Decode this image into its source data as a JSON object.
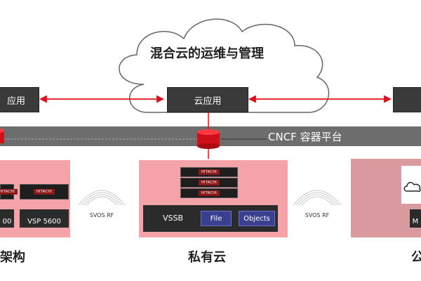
{
  "cloud": {
    "title": "混合云的运维与管理"
  },
  "apps": {
    "left_label": "应用",
    "center_label": "云应用",
    "right_label": ""
  },
  "cncf": {
    "label": "CNCF 容器平台"
  },
  "left_panel": {
    "unit_left_badge": "HITACHI",
    "unit_right_badge": "HITACHI",
    "box_left_label": "00",
    "box_right_label": "VSP 5600",
    "section_label": "构架构"
  },
  "rf": {
    "left": "SVOS RF",
    "right": "SVOS RF"
  },
  "private_cloud": {
    "server_badge": "HITACHI",
    "vssb_label": "VSSB",
    "file_label": "File",
    "objects_label": "Objects",
    "section_label": "私有云"
  },
  "public_cloud": {
    "box_label": "M",
    "section_label": "公"
  },
  "colors": {
    "accent_red": "#e0101a",
    "pink_panel": "#f4a3a8",
    "rose_panel": "#d99aa0",
    "dark_box": "#3a3a3a",
    "platform_bar": "#6d6d6d",
    "file_objects_bg": "#3b3f8f"
  }
}
